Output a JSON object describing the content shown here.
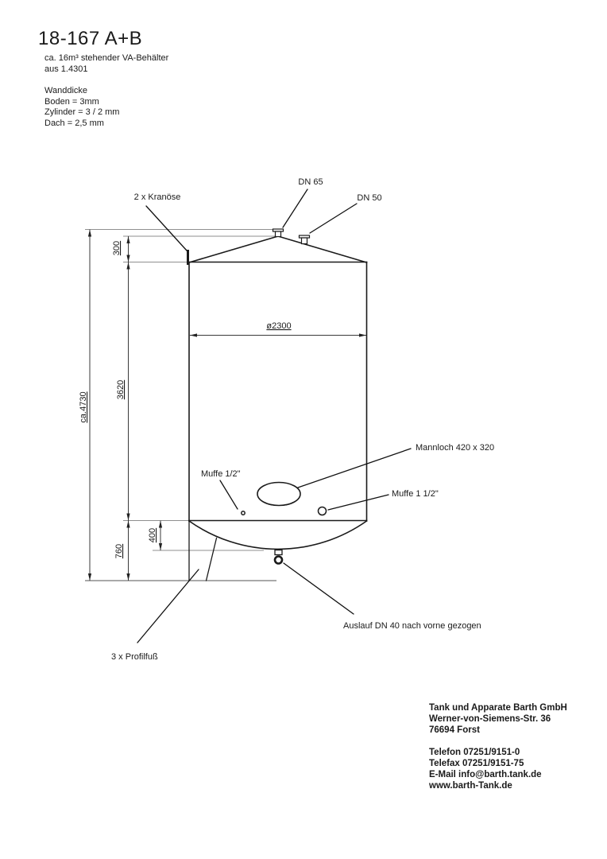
{
  "colors": {
    "ink": "#1a1a1a",
    "dim": "#3a3a3a",
    "ext": "#8f8f8f",
    "bg": "#ffffff"
  },
  "header": {
    "title": "18-167 A+B",
    "subtitle_line1": "ca. 16m³ stehender VA-Behälter",
    "subtitle_line2": "aus 1.4301",
    "wall_section_title": "Wanddicke",
    "wall_lines": [
      "Boden = 3mm",
      "Zylinder = 3 / 2 mm",
      "Dach = 2,5 mm"
    ]
  },
  "drawing": {
    "labels": {
      "kranoese": "2 x Kranöse",
      "dn65": "DN 65",
      "dn50": "DN 50",
      "mannloch": "Mannloch 420 x 320",
      "muffe_half": "Muffe 1/2\"",
      "muffe_one_and_half": "Muffe 1 1/2\"",
      "auslauf": "Auslauf DN 40 nach vorne gezogen",
      "profilfuss": "3 x Profilfuß"
    },
    "dimensions": {
      "total_height": "ca.4730",
      "roof_height": "300",
      "cylinder_height": "3620",
      "diameter": "ø2300",
      "bottom_depth": "400",
      "bottom_clearance": "760"
    }
  },
  "footer": {
    "company": "Tank und Apparate Barth GmbH",
    "street": "Werner-von-Siemens-Str. 36",
    "city": "76694 Forst",
    "phone": "Telefon 07251/9151-0",
    "fax": "Telefax 07251/9151-75",
    "email": "E-Mail info@barth.tank.de",
    "web": "www.barth-Tank.de"
  }
}
